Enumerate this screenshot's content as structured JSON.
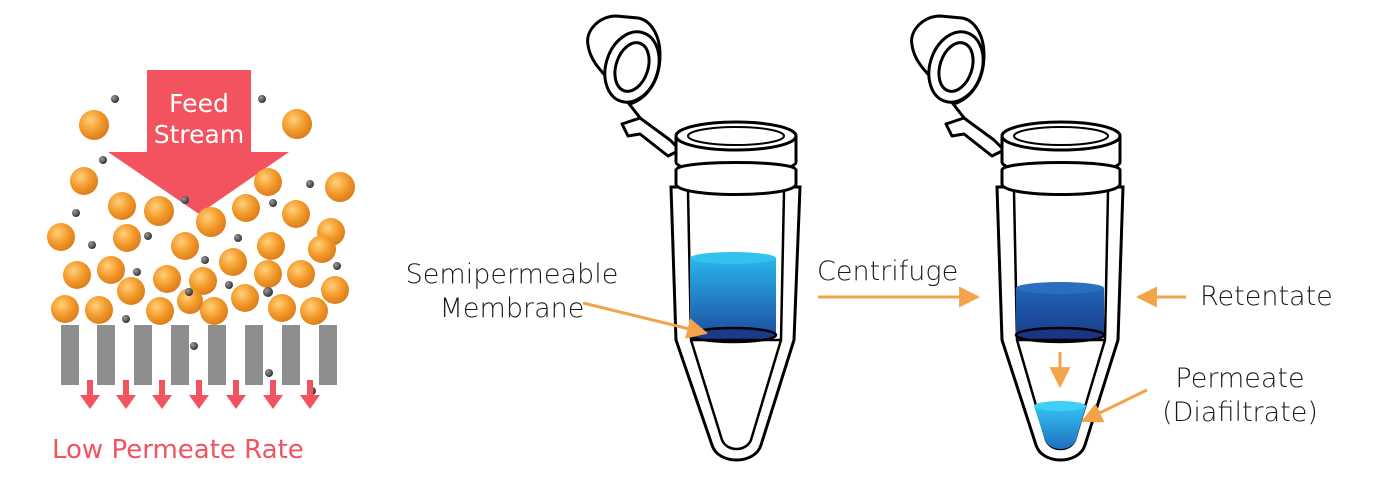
{
  "colors": {
    "particle_large": "#f39a2a",
    "particle_small": "#4a4a4a",
    "arrow_red": "#f2535f",
    "membrane_bar": "#8e8e8e",
    "arrow_orange": "#f3a44a",
    "liquid_dark": "#1e4fa2",
    "liquid_light": "#29b6ea",
    "outline": "#000000"
  },
  "left_panel": {
    "feed_line1": "Feed",
    "feed_line2": "Stream",
    "rate_label": "Low Permeate Rate"
  },
  "labels": {
    "membrane_line1": "Semipermeable",
    "membrane_line2": "Membrane",
    "centrifuge": "Centrifuge",
    "retentate": "Retentate",
    "permeate_line1": "Permeate",
    "permeate_line2": "(Diafiltrate)"
  }
}
